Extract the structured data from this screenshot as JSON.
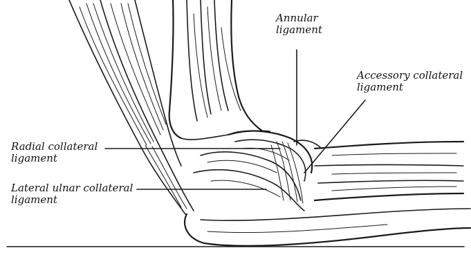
{
  "labels": {
    "annular": [
      "Annular",
      "ligament"
    ],
    "accessory": [
      "Accessory collateral",
      "ligament"
    ],
    "radial": [
      "Radial collateral",
      "ligament"
    ],
    "lateral_ulnar": [
      "Lateral ulnar collateral",
      "ligament"
    ]
  },
  "colors": {
    "ink": "#1a1a1a",
    "background": "#ffffff"
  }
}
